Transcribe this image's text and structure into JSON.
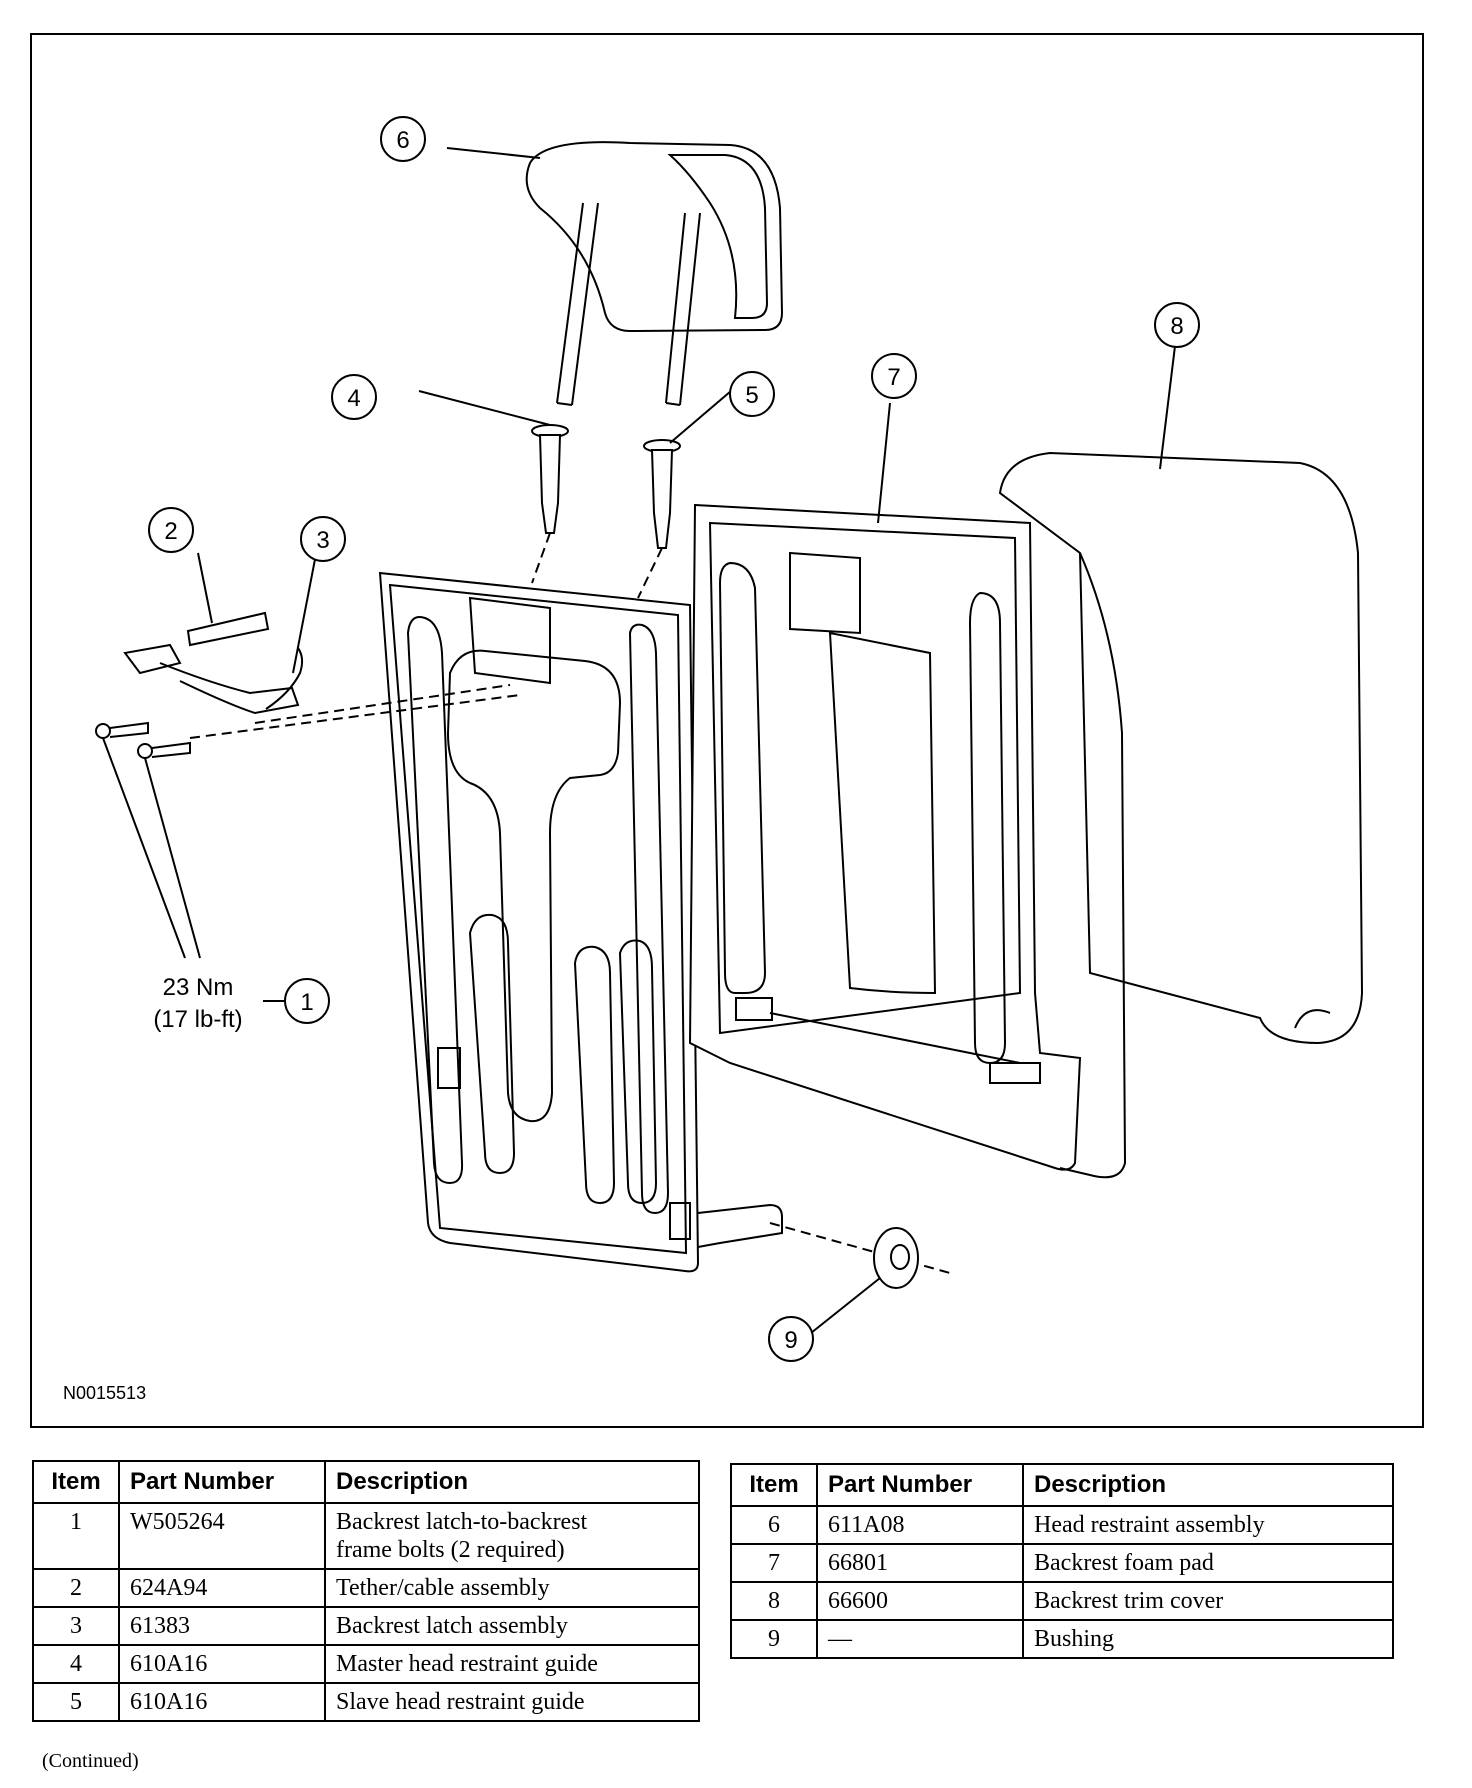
{
  "figure": {
    "id": "N0015513",
    "torque": {
      "metric": "23 Nm",
      "imperial": "(17 lb-ft)"
    },
    "callouts": [
      "1",
      "2",
      "3",
      "4",
      "5",
      "6",
      "7",
      "8",
      "9"
    ]
  },
  "tables": {
    "headers": {
      "item": "Item",
      "part_number": "Part Number",
      "description": "Description"
    },
    "left_rows": [
      {
        "item": "1",
        "part": "W505264",
        "desc_lines": [
          "Backrest latch-to-backrest",
          "frame bolts (2 required)"
        ]
      },
      {
        "item": "2",
        "part": "624A94",
        "desc_lines": [
          "Tether/cable assembly"
        ]
      },
      {
        "item": "3",
        "part": "61383",
        "desc_lines": [
          "Backrest latch assembly"
        ]
      },
      {
        "item": "4",
        "part": "610A16",
        "desc_lines": [
          "Master head restraint guide"
        ]
      },
      {
        "item": "5",
        "part": "610A16",
        "desc_lines": [
          "Slave head restraint guide"
        ]
      }
    ],
    "right_rows": [
      {
        "item": "6",
        "part": "611A08",
        "desc_lines": [
          "Head restraint assembly"
        ]
      },
      {
        "item": "7",
        "part": "66801",
        "desc_lines": [
          "Backrest foam pad"
        ]
      },
      {
        "item": "8",
        "part": "66600",
        "desc_lines": [
          "Backrest trim cover"
        ]
      },
      {
        "item": "9",
        "part": "—",
        "desc_lines": [
          "Bushing"
        ]
      }
    ]
  },
  "continued_note": "(Continued)"
}
